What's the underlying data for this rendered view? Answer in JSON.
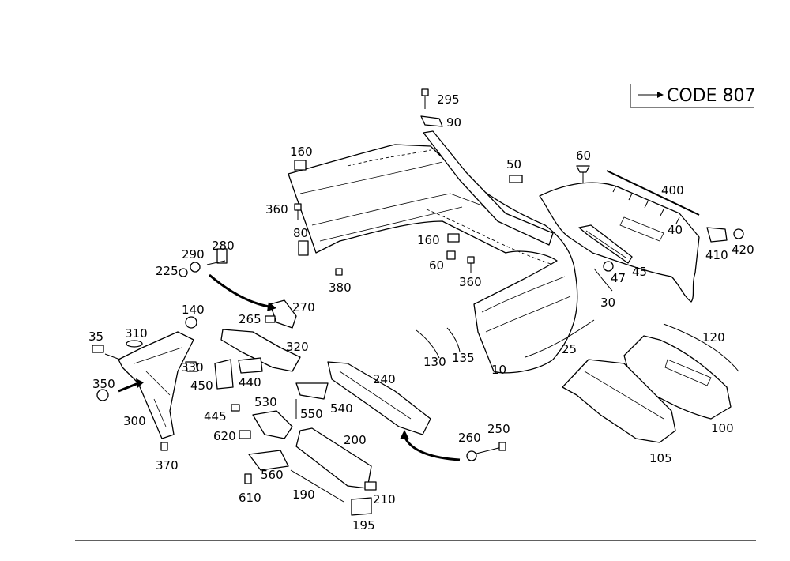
{
  "code_box": {
    "text": "CODE 807"
  },
  "labels": {
    "l295": "295",
    "l90": "90",
    "l160a": "160",
    "l50": "50",
    "l60a": "60",
    "l400": "400",
    "l40": "40",
    "l410": "410",
    "l420": "420",
    "l360a": "360",
    "l80": "80",
    "l380": "380",
    "l160b": "160",
    "l60b": "60",
    "l360b": "360",
    "l47": "47",
    "l45": "45",
    "l30": "30",
    "l290": "290",
    "l280": "280",
    "l225": "225",
    "l140": "140",
    "l270": "270",
    "l265": "265",
    "l35": "35",
    "l310": "310",
    "l320": "320",
    "l330": "330",
    "l450": "450",
    "l440": "440",
    "l350": "350",
    "l530": "530",
    "l550": "550",
    "l540": "540",
    "l240": "240",
    "l445": "445",
    "l300": "300",
    "l620": "620",
    "l370": "370",
    "l200": "200",
    "l560": "560",
    "l610": "610",
    "l190": "190",
    "l210": "210",
    "l195": "195",
    "l260": "260",
    "l250": "250",
    "l130": "130",
    "l135": "135",
    "l10": "10",
    "l25": "25",
    "l120": "120",
    "l100": "100",
    "l105": "105"
  }
}
